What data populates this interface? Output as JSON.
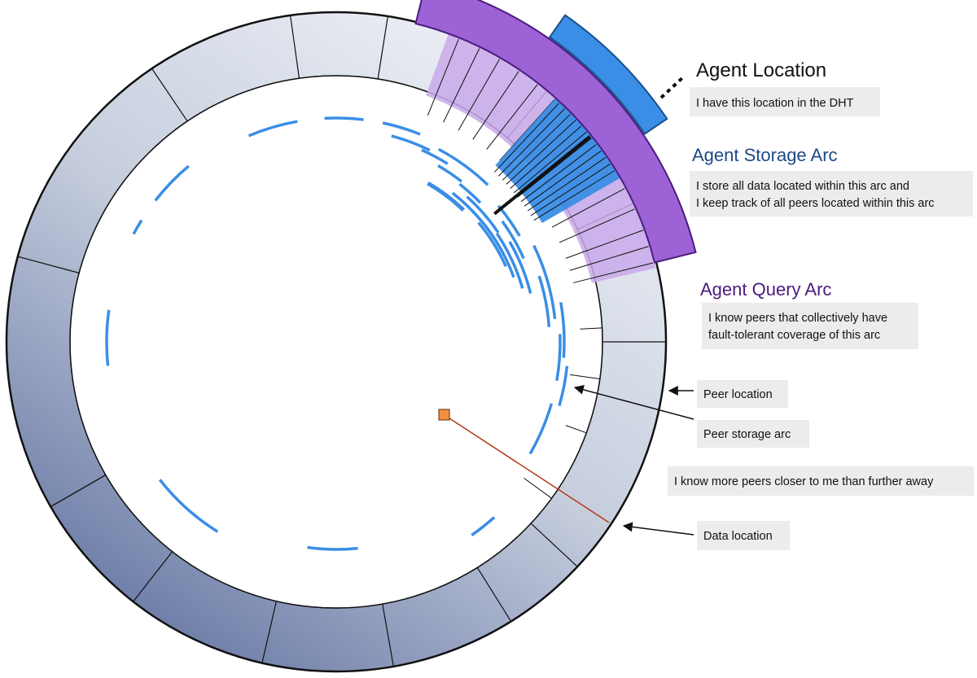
{
  "colors": {
    "ring_dark": "#5e6f9e",
    "ring_light": "#f3f5f9",
    "peer_arc": "#3a8ee6",
    "storage_fill": "#3a8ee6",
    "storage_stroke": "#1b4f8a",
    "query_fill": "#9d62d6",
    "query_stroke": "#4b1c7e",
    "query_shade": "#c9a9ea",
    "data_point": "#f39040",
    "data_line": "#b33a16",
    "agent_location_title": "#111111",
    "storage_title": "#1e4a86",
    "query_title": "#4b1c7e"
  },
  "labels": {
    "agent_location": {
      "title": "Agent Location",
      "note": "I have this location in the DHT"
    },
    "storage_arc": {
      "title": "Agent Storage Arc",
      "note_line1": "I store all data located within this arc and",
      "note_line2": "I keep track of all peers located within this arc"
    },
    "query_arc": {
      "title": "Agent Query Arc",
      "note_line1": "I know peers that collectively have",
      "note_line2": "fault-tolerant coverage of this arc"
    },
    "peer_location": "Peer location",
    "peer_storage_arc": "Peer storage arc",
    "closer_peers": "I know more peers closer to me than further away",
    "data_location": "Data location"
  }
}
